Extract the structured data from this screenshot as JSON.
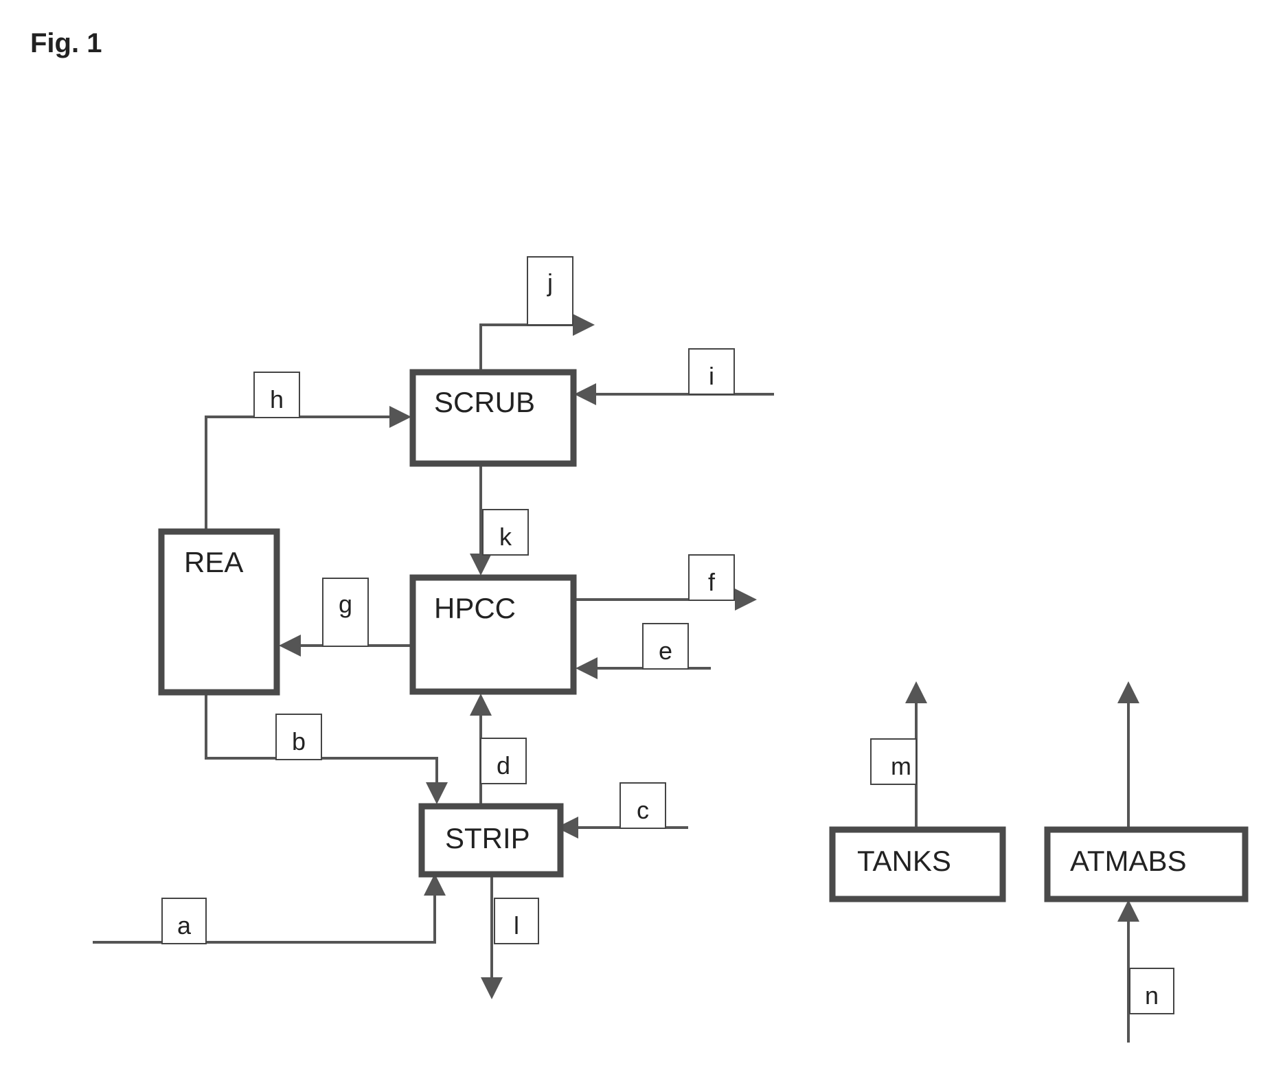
{
  "figure": {
    "title": "Fig. 1"
  },
  "units": {
    "scrub": "SCRUB",
    "rea": "REA",
    "hpcc": "HPCC",
    "strip": "STRIP",
    "tanks": "TANKS",
    "atmabs": "ATMABS"
  },
  "streams": {
    "a": "a",
    "b": "b",
    "c": "c",
    "d": "d",
    "e": "e",
    "f": "f",
    "g": "g",
    "h": "h",
    "i": "i",
    "j": "j",
    "k": "k",
    "l": "l",
    "m": "m",
    "n": "n"
  },
  "colors": {
    "line": "#555555",
    "box_border": "#4a4a4a",
    "text": "#222222",
    "background": "#ffffff"
  }
}
